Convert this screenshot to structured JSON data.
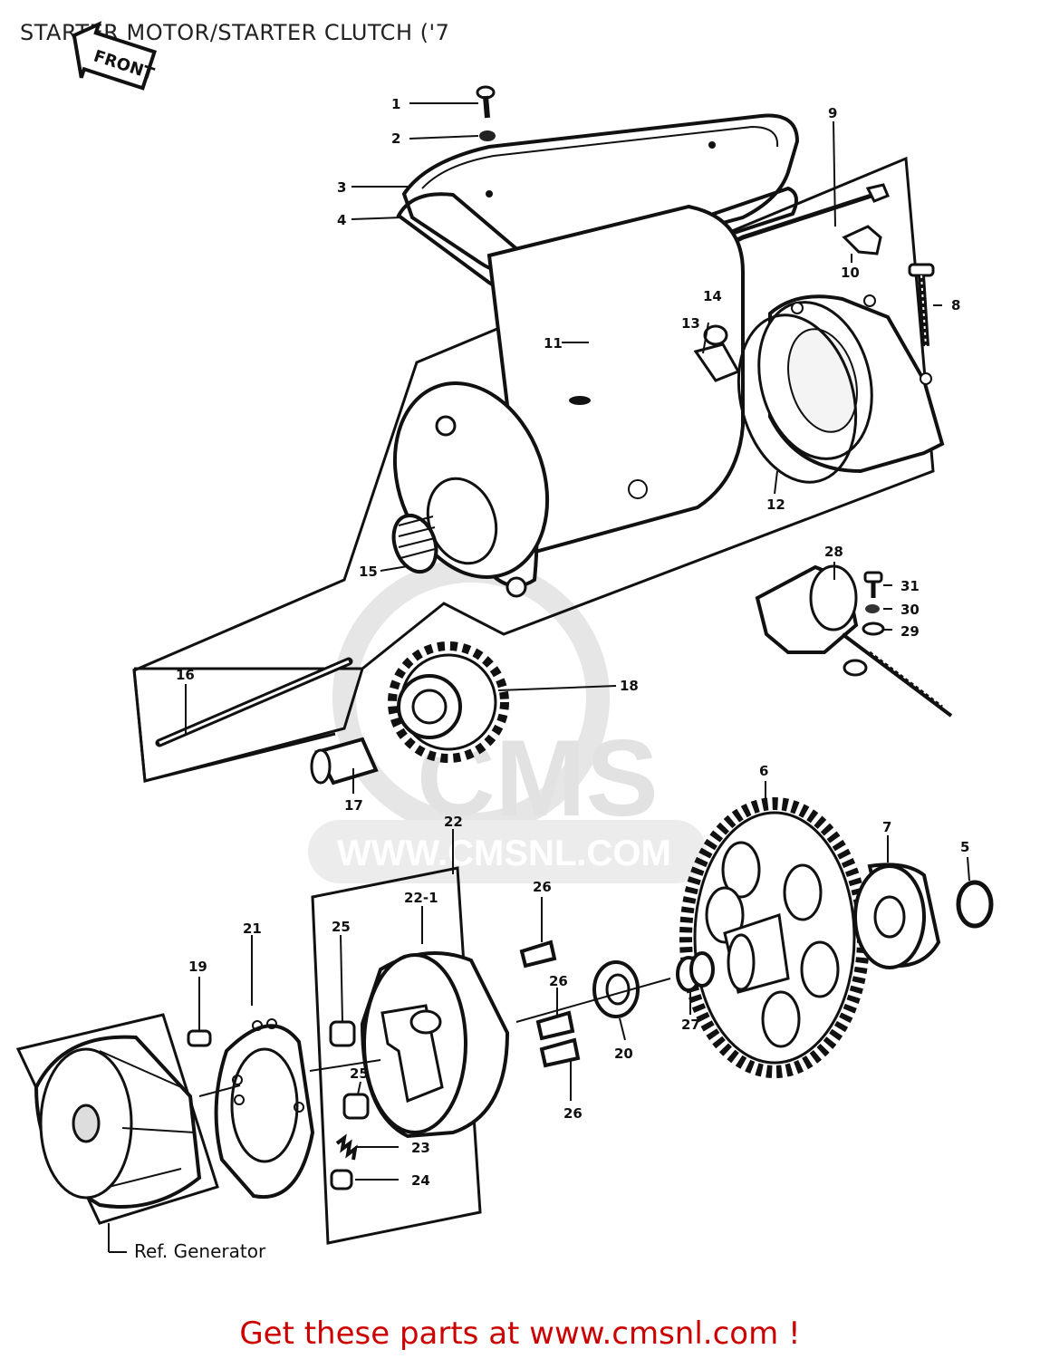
{
  "title": "STARTER MOTOR/STARTER CLUTCH ('7",
  "badge": "FRONT",
  "watermark": {
    "brand": "CMS",
    "url": "WWW.CMSNL.COM"
  },
  "ref_label": "Ref.  Generator",
  "footer": "Get these parts at www.cmsnl.com !",
  "callouts": [
    "1",
    "2",
    "3",
    "4",
    "5",
    "6",
    "7",
    "8",
    "9",
    "10",
    "11",
    "12",
    "13",
    "14",
    "15",
    "16",
    "17",
    "18",
    "19",
    "20",
    "21",
    "22",
    "22-1",
    "23",
    "24",
    "25",
    "25",
    "26",
    "26",
    "26",
    "27",
    "28",
    "29",
    "30",
    "31"
  ],
  "colors": {
    "footer": "#cc0000",
    "watermark": "#e2e2e2",
    "ink": "#111111"
  }
}
